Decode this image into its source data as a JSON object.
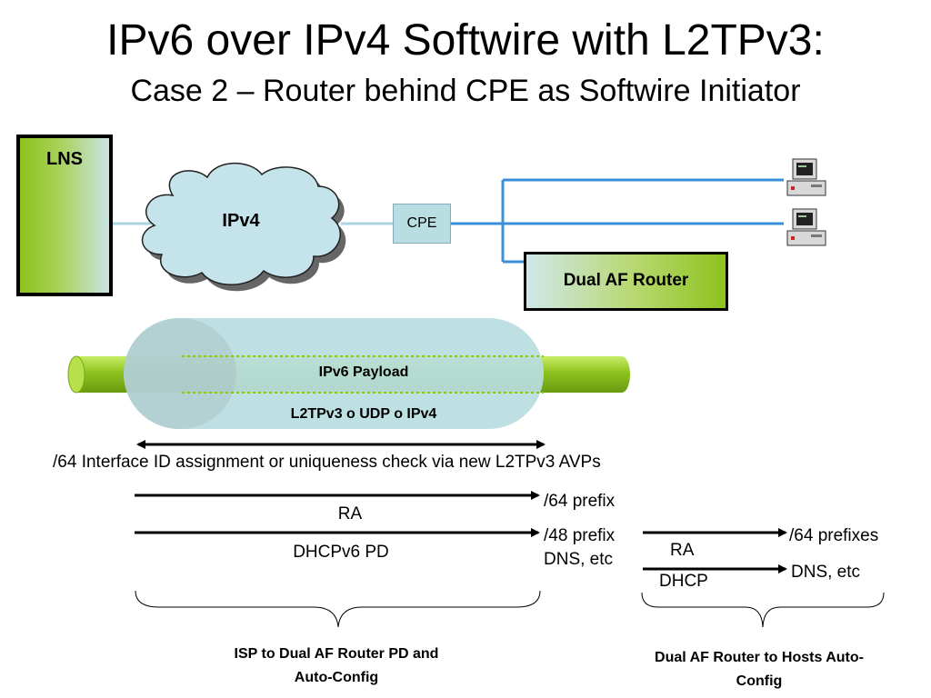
{
  "title": "IPv6 over IPv4 Softwire with L2TPv3:",
  "subtitle": "Case 2 – Router behind CPE as Softwire Initiator",
  "nodes": {
    "lns": "LNS",
    "ipv4_cloud": "IPv4",
    "cpe": "CPE",
    "dual_af_router": "Dual AF Router"
  },
  "tunnel": {
    "inner": "IPv6 Payload",
    "outer": "L2TPv3 o UDP o IPv4"
  },
  "interface_id_note": "/64 Interface ID assignment or uniqueness check via new L2TPv3 AVPs",
  "isp_flow": {
    "ra_label": "RA",
    "ra_result": "/64 prefix",
    "dhcp_label": "DHCPv6 PD",
    "dhcp_result_line1": "/48 prefix",
    "dhcp_result_line2": "DNS, etc",
    "caption_line1": "ISP to Dual AF Router PD and",
    "caption_line2": "Auto-Config"
  },
  "host_flow": {
    "ra_label": "RA",
    "ra_result": "/64 prefixes",
    "dhcp_label": "DHCP",
    "dhcp_result": "DNS, etc",
    "caption_line1": "Dual AF Router to Hosts Auto-",
    "caption_line2": "Config"
  },
  "icons": [
    "computer-icon",
    "computer-icon"
  ],
  "colors": {
    "green": "#8dc21f",
    "light_blue": "#b9dde0",
    "link_blue": "#3a8fd8"
  }
}
